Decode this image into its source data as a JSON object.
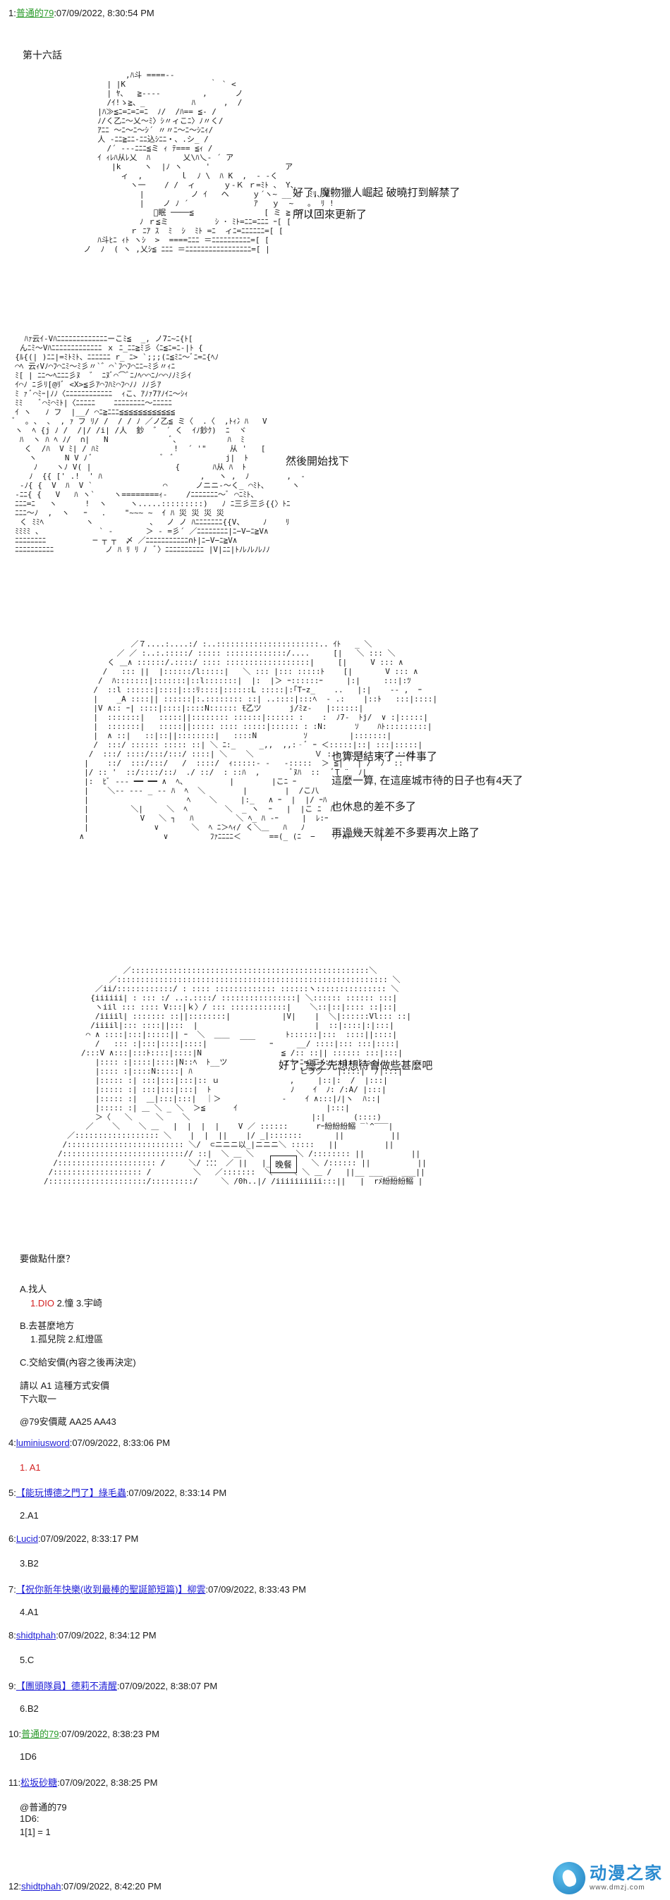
{
  "posts": [
    {
      "num": "1:",
      "name": "普通的79",
      "date": ":07/09/2022, 8:30:54 PM"
    },
    {
      "num": "4:",
      "name": "luminiusword",
      "date": ":07/09/2022, 8:33:06 PM",
      "body": "1. A1"
    },
    {
      "num": "5:",
      "name": "【能玩博德之門了】綠毛蟲",
      "date": ":07/09/2022, 8:33:14 PM",
      "body": "2.A1"
    },
    {
      "num": "6:",
      "name": "Lucid",
      "date": ":07/09/2022, 8:33:17 PM",
      "body": "3.B2"
    },
    {
      "num": "7:",
      "name": "【祝你新年快樂(收到最棒的聖誕節短篇)】柳雲",
      "date": ":07/09/2022, 8:33:43 PM",
      "body": "4.A1"
    },
    {
      "num": "8:",
      "name": "shidtphah",
      "date": ":07/09/2022, 8:34:12 PM",
      "body": "5.C"
    },
    {
      "num": "9:",
      "name": "【團頭隊員】德莉不清醒",
      "date": ":07/09/2022, 8:38:07 PM",
      "body": "6.B2"
    },
    {
      "num": "10:",
      "name": "普通的79",
      "date": ":07/09/2022, 8:38:23 PM",
      "body": "1D6"
    },
    {
      "num": "11:",
      "name": "松坂砂糖",
      "date": ":07/09/2022, 8:38:25 PM",
      "body_lines": [
        "@普通的79",
        "1D6:",
        "1[1] = 1"
      ]
    },
    {
      "num": "12:",
      "name": "shidtphah",
      "date": ":07/09/2022, 8:42:20 PM"
    }
  ],
  "chapter": "第十六話",
  "panels": [
    {
      "captions": [
        "好了, 魔物獵人崛起 破曉打到解禁了",
        "所以回來更新了"
      ]
    },
    {
      "captions": [
        "然後開始找下"
      ]
    },
    {
      "captions": [
        "也算是結束了一件事了",
        "這麼一算, 在這座城市待的日子也有4天了",
        "也休息的差不多了",
        "再過幾天就差不多要再次上路了"
      ]
    },
    {
      "captions": [
        "好了, 總之先想想待會做些甚麼吧"
      ],
      "menu_label": "晚餐"
    }
  ],
  "choices": {
    "question": "要做點什麼？",
    "a_header": "A.找人",
    "a_options": [
      "1.DIO",
      " 2.憧 3.宇崎"
    ],
    "b_header": "B.去甚麼地方",
    "b_options": "1.孤兒院 2.紅燈區",
    "c_header": "C.交給安價(內容之後再決定)",
    "instruction": "請以 A1 這種方式安價",
    "take": "下六取一",
    "anka": "@79安價蔵 AA25 AA43"
  },
  "watermark": {
    "title": "动漫之家",
    "url": "www.dmzj.com"
  }
}
